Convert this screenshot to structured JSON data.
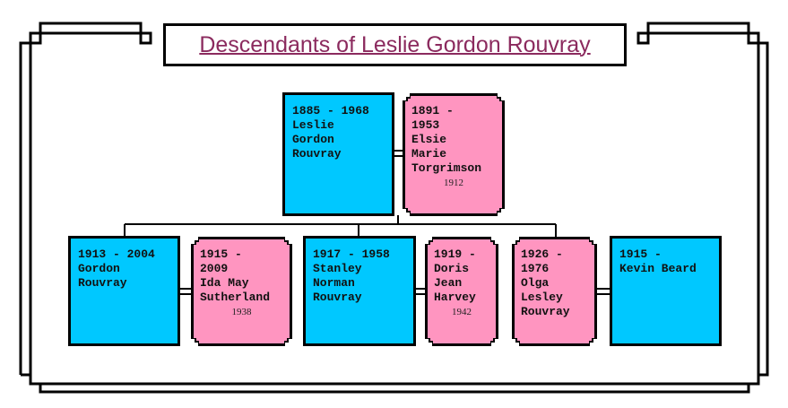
{
  "title": "Descendants of Leslie Gordon Rouvray",
  "people": {
    "leslie": "1885 - 1968\nLeslie\nGordon\nRouvray",
    "elsie": "1891 -\n1953\nElsie\nMarie\nTorgrimson",
    "elsie_marriage": "1912",
    "gordon": "1913 - 2004\nGordon\nRouvray",
    "ida": "1915 -\n2009\nIda May\nSutherland",
    "ida_marriage": "1938",
    "stanley": "1917 - 1958\nStanley\nNorman\nRouvray",
    "doris": "1919 -\nDoris\nJean\nHarvey",
    "doris_marriage": "1942",
    "olga": "1926 -\n1976\nOlga\nLesley\nRouvray",
    "kevin": "1915 -\nKevin Beard"
  },
  "colors": {
    "male": "#00c8ff",
    "female": "#ff95c0",
    "title": "#8b2a5e"
  }
}
